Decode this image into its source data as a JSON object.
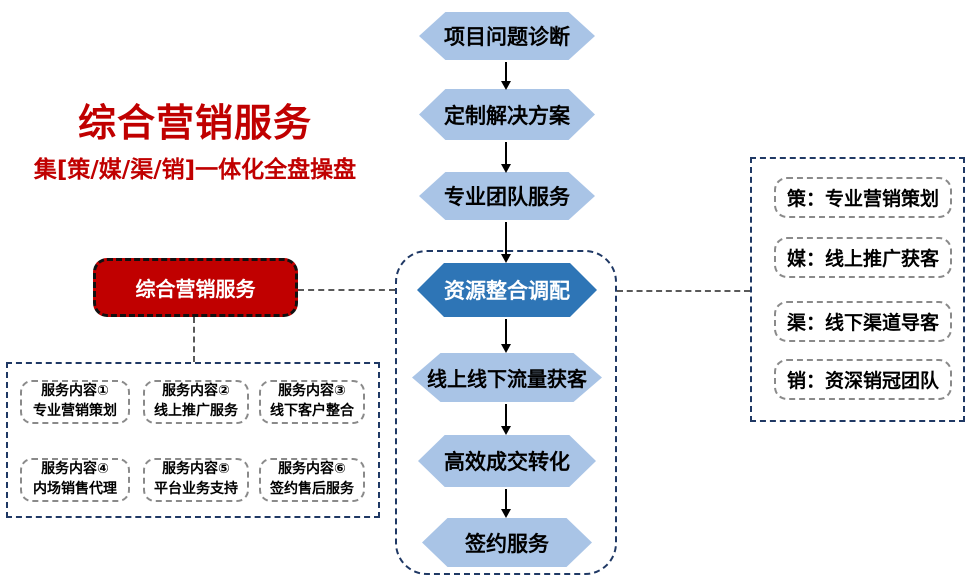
{
  "header": {
    "title": "综合营销服务",
    "subtitle": "集[策/媒/渠/销]一体化全盘操盘"
  },
  "hub": {
    "label": "综合营销服务"
  },
  "flow": {
    "steps": [
      {
        "label": "项目问题诊断",
        "emphasis": false
      },
      {
        "label": "定制解决方案",
        "emphasis": false
      },
      {
        "label": "专业团队服务",
        "emphasis": false
      },
      {
        "label": "资源整合调配",
        "emphasis": true
      },
      {
        "label": "线上线下流量获客",
        "emphasis": false
      },
      {
        "label": "高效成交转化",
        "emphasis": false
      },
      {
        "label": "签约服务",
        "emphasis": false
      }
    ]
  },
  "services_panel": {
    "items": [
      {
        "line1": "服务内容①",
        "line2": "专业营销策划"
      },
      {
        "line1": "服务内容②",
        "line2": "线上推广服务"
      },
      {
        "line1": "服务内容③",
        "line2": "线下客户整合"
      },
      {
        "line1": "服务内容④",
        "line2": "内场销售代理"
      },
      {
        "line1": "服务内容⑤",
        "line2": "平台业务支持"
      },
      {
        "line1": "服务内容⑥",
        "line2": "签约售后服务"
      }
    ]
  },
  "legend_panel": {
    "items": [
      {
        "label": "策：专业营销策划"
      },
      {
        "label": "媒：线上推广获客"
      },
      {
        "label": "渠：线下渠道导客"
      },
      {
        "label": "销：资深销冠团队"
      }
    ]
  },
  "colors": {
    "red": "#C00000",
    "light-blue": "#A9C4E6",
    "dark-blue": "#2E75B6",
    "navy-dash": "#1F3864",
    "gray-dash": "#595959",
    "box-dash": "#8a8a8a"
  }
}
